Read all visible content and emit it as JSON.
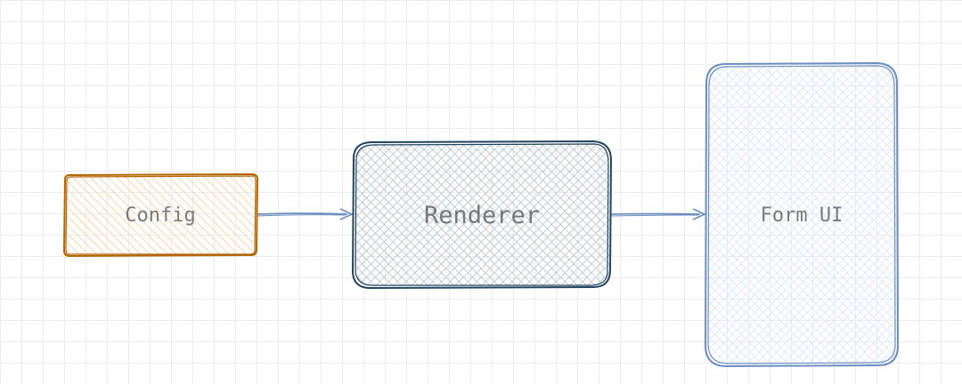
{
  "diagram": {
    "nodes": {
      "config": {
        "label": "Config",
        "stroke": "#b46504",
        "fill": "#fad7ac"
      },
      "renderer": {
        "label": "Renderer",
        "stroke": "#23445d",
        "fill": "#bac8d3"
      },
      "form_ui": {
        "label": "Form UI",
        "stroke": "#6c8ebf",
        "fill": "#dae8fc"
      }
    },
    "edges": [
      {
        "from": "Config",
        "to": "Renderer",
        "color": "#6c8ebf"
      },
      {
        "from": "Renderer",
        "to": "Form UI",
        "color": "#6c8ebf"
      }
    ]
  }
}
